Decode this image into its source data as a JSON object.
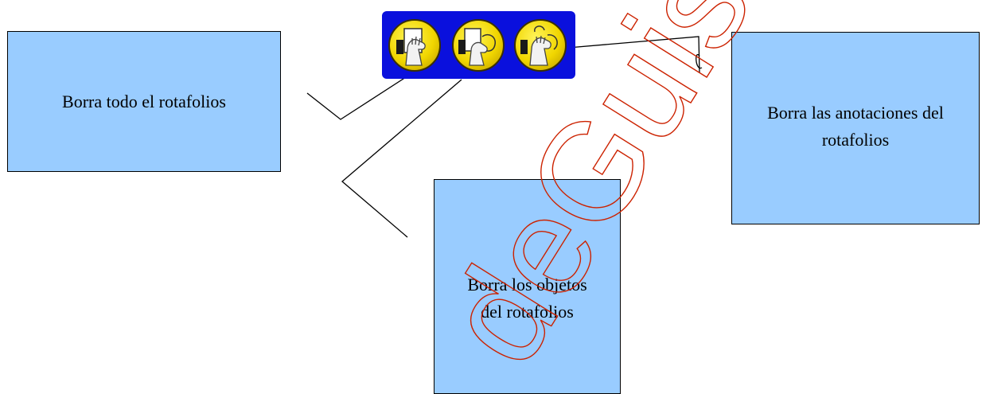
{
  "boxes": {
    "clear_all": "Borra todo el rotafolios",
    "clear_objects_line1": "Borra los objetos",
    "clear_objects_line2": "del rotafolios",
    "clear_annotations_line1": "Borra las anotaciones del",
    "clear_annotations_line2": "rotafolios"
  },
  "toolbar": {
    "buttons": [
      "clear-flipchart-icon",
      "clear-objects-icon",
      "clear-annotations-icon"
    ]
  },
  "watermark": "deGuisa",
  "colors": {
    "box_fill": "#99ccff",
    "toolbar_bg": "#0a10dd",
    "button_yellow": "#f1d600",
    "watermark_outline": "#cc2200"
  }
}
